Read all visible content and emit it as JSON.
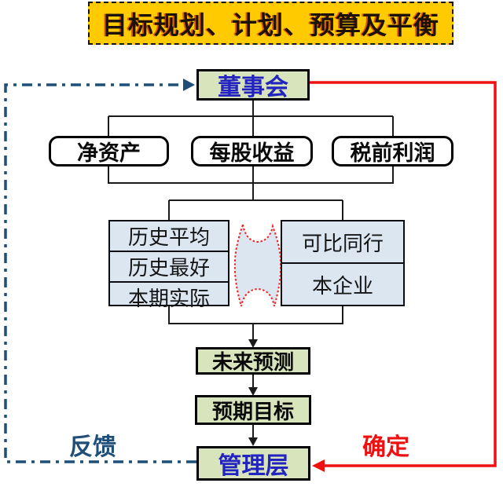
{
  "title": "目标规划、计划、预算及平衡",
  "flow": {
    "board": "董事会",
    "metrics": [
      "净资产",
      "每股收益",
      "税前利润"
    ],
    "history": [
      "历史平均",
      "历史最好",
      "本期实际"
    ],
    "benchmark": [
      "可比同行",
      "本企业"
    ],
    "forecast": "未来预测",
    "goal": "预期目标",
    "management": "管理层"
  },
  "edge_labels": {
    "feedback": "反馈",
    "determine": "确定"
  },
  "colors": {
    "banner_bg": "#FFCB00",
    "green_node_bg": "#D8E4BC",
    "table_node_bg": "#DCE6F1",
    "node_blue_text": "#2323BF",
    "feedback_blue": "#1F4E79",
    "determine_red": "#EE1111",
    "connector_black": "#1a1a1a"
  }
}
